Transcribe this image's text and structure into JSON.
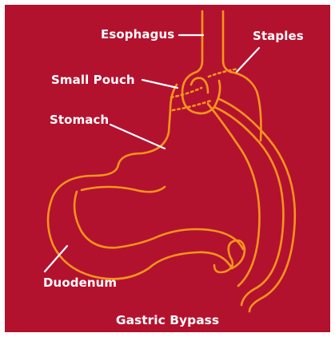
{
  "labels": {
    "esophagus": "Esophagus",
    "staples": "Staples",
    "small_pouch": "Small Pouch",
    "stomach": "Stomach",
    "duodenum": "Duodenum"
  },
  "caption": "Gastric Bypass",
  "colors": {
    "background": "#b3122e",
    "stroke": "#f7941d",
    "text": "#ffffff",
    "frame": "#ffffff"
  }
}
